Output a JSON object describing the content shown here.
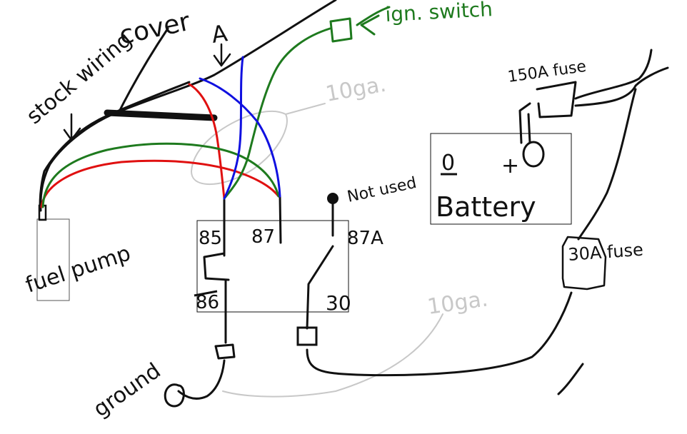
{
  "labels": {
    "cover": "cover",
    "a_marker": "A",
    "stock_wiring": "stock wiring",
    "ign_switch": "ign. switch",
    "gauge_top": "10ga.",
    "gauge_bottom": "10ga.",
    "fuse_150": "150A fuse",
    "battery_neg": "0",
    "battery_pos": "+",
    "battery": "Battery",
    "not_used": "Not used",
    "relay_85": "85",
    "relay_87": "87",
    "relay_87a": "87A",
    "relay_86": "86",
    "relay_30": "30",
    "fuel_pump": "fuel pump",
    "fuse_30": "30A fuse",
    "ground": "ground"
  },
  "colors": {
    "black": "#111111",
    "red": "#e01010",
    "green": "#1e7a1e",
    "blue": "#1010e0",
    "gray": "#c8c8c8"
  }
}
